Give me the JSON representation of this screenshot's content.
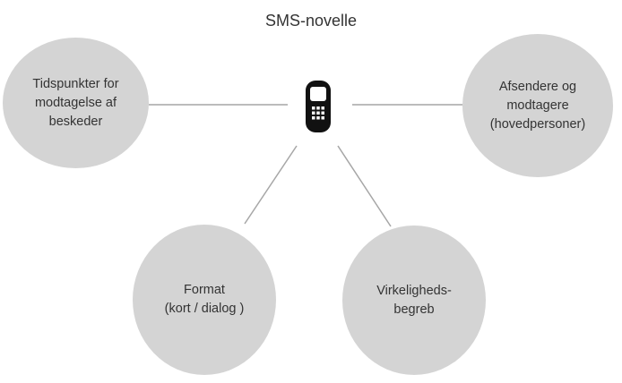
{
  "diagram": {
    "title": "SMS-novelle",
    "center_icon": "mobile-phone-icon",
    "colors": {
      "circle_fill": "#d4d4d4",
      "line": "#a6a6a6",
      "text": "#333333",
      "phone": "#111111"
    },
    "nodes": [
      {
        "id": "timing",
        "lines": [
          "Tidspunkter for",
          "modtagelse af",
          "beskeder"
        ]
      },
      {
        "id": "senders",
        "lines": [
          "Afsendere og",
          "modtagere",
          "(hovedpersoner)"
        ]
      },
      {
        "id": "format",
        "lines": [
          "Format",
          "(kort / dialog )"
        ]
      },
      {
        "id": "reality",
        "lines": [
          "Virkeligheds-",
          "begreb"
        ]
      }
    ]
  }
}
